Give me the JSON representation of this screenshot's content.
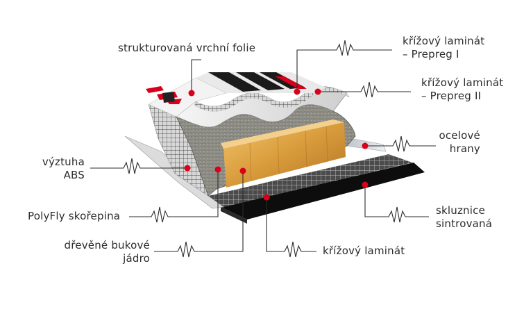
{
  "diagram": {
    "colors": {
      "marker": "#d9001b",
      "leader": "#2b2b2b",
      "wood": "#d49a3c",
      "base": "#111111",
      "mesh": "#5a5a5a"
    },
    "labels": {
      "top_foil": "strukturovaná vrchní folie",
      "prepreg1_line1": "křížový laminát",
      "prepreg1_line2": "– Prepreg I",
      "prepreg2_line1": "křížový laminát",
      "prepreg2_line2": "– Prepreg II",
      "steel_line1": "ocelové",
      "steel_line2": "hrany",
      "abs_line1": "výztuha",
      "abs_line2": "ABS",
      "polyfly": "PolyFly skořepina",
      "core_line1": "dřevěné bukové",
      "core_line2": "jádro",
      "cross_laminate": "křížový laminát",
      "base_line1": "skluznice",
      "base_line2": "sintrovaná"
    }
  }
}
